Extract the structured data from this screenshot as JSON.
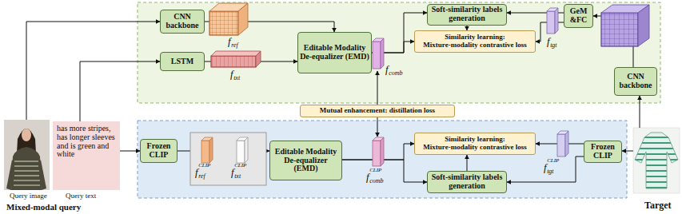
{
  "diagram": {
    "nodes": [
      {
        "text": [
          "CNN backbone"
        ]
      },
      {
        "text": [
          "LSTM"
        ]
      },
      {
        "text": [
          "Editable Modality De-equalizer (EMD)"
        ]
      },
      {
        "text": [
          "Soft-similarity labels generation"
        ]
      },
      {
        "text": [
          "Similarity learning:",
          "Mixture-modality contrastive loss"
        ]
      },
      {
        "text": [
          "GeM &FC"
        ]
      },
      {
        "text": [
          "CNN backbone"
        ]
      },
      {
        "text": [
          "Mutual enhancement: distillation loss"
        ]
      },
      {
        "text": [
          "has more stripes, has longer sleeves and is green and white"
        ]
      },
      {
        "text": [
          "Frozen CLIP"
        ]
      },
      {
        "text": [
          "Editable Modality De-equalizer (EMD)"
        ]
      },
      {
        "text": [
          "Similarity learning:",
          "Mixture-modality contrastive loss"
        ]
      },
      {
        "text": [
          "Soft-similarity labels generation"
        ]
      },
      {
        "text": [
          "Frozen CLIP"
        ]
      }
    ],
    "edges": [
      {
        "from": 8,
        "to": 1,
        "arrow": "to"
      },
      {
        "from": 0,
        "to": 2,
        "arrow": "to"
      },
      {
        "from": 1,
        "to": 2,
        "arrow": "to"
      },
      {
        "from": 2,
        "to": 4,
        "arrow": "to"
      },
      {
        "from": 2,
        "to": 3,
        "arrow": "to"
      },
      {
        "from": 3,
        "to": 4,
        "arrow": "to"
      },
      {
        "from": 5,
        "to": 3,
        "arrow": "to"
      },
      {
        "from": 5,
        "to": 4,
        "arrow": "to"
      },
      {
        "from": 6,
        "to": 5,
        "arrow": "to"
      },
      {
        "from": 8,
        "to": 9,
        "arrow": "to"
      },
      {
        "from": 9,
        "to": 10,
        "arrow": "to"
      },
      {
        "from": 10,
        "to": 11,
        "arrow": "to"
      },
      {
        "from": 10,
        "to": 12,
        "arrow": "to"
      },
      {
        "from": 12,
        "to": 11,
        "arrow": "to"
      },
      {
        "from": 13,
        "to": 11,
        "arrow": "to"
      },
      {
        "from": 13,
        "to": 12,
        "arrow": "to"
      }
    ],
    "labels": [
      "Query image",
      "Query text",
      "Mixed-modal query",
      "Target",
      "f",
      "ref",
      "f",
      "txt",
      "f",
      "comb",
      "f",
      "tgt",
      "f",
      "ref",
      "CLIP",
      "f",
      "txt",
      "CLIP",
      "f",
      "comb",
      "CLIP",
      "f",
      "tgt",
      "CLIP"
    ]
  }
}
